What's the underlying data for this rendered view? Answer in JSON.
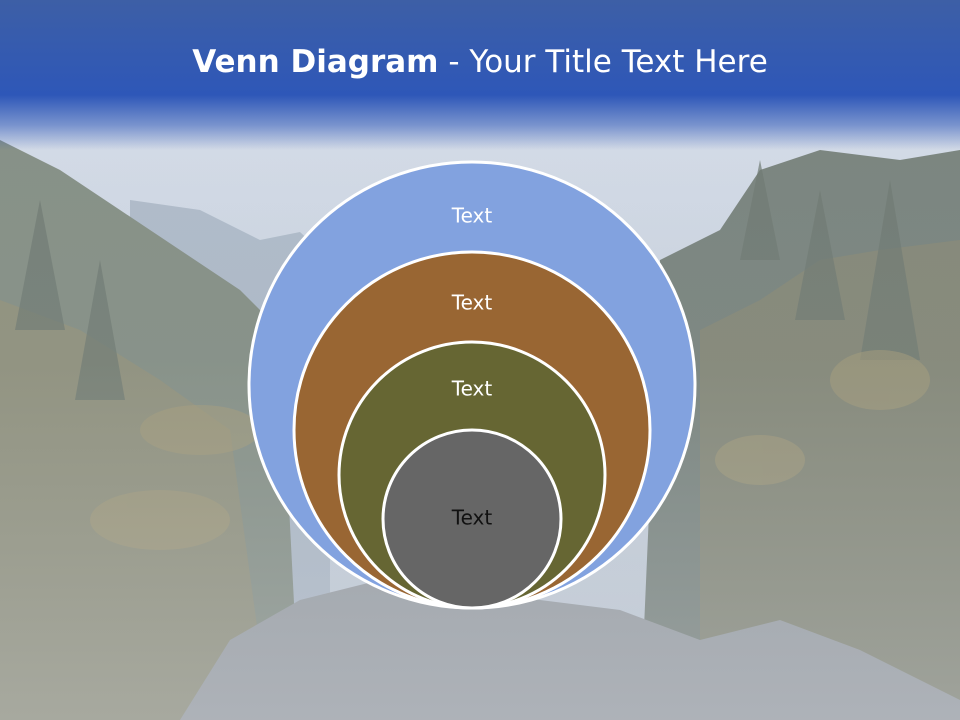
{
  "title": {
    "bold": "Venn Diagram",
    "separator": " - ",
    "rest": "Your Title Text Here"
  },
  "rings": [
    {
      "label": "Text",
      "fill": "#82a2df",
      "text_color": "#ffffff"
    },
    {
      "label": "Text",
      "fill": "#996633",
      "text_color": "#ffffff"
    },
    {
      "label": "Text",
      "fill": "#666633",
      "text_color": "#ffffff"
    },
    {
      "label": "Text",
      "fill": "#666666",
      "text_color": "#111111"
    }
  ],
  "colors": {
    "header": "#2e57b8",
    "ring_stroke": "#ffffff"
  }
}
